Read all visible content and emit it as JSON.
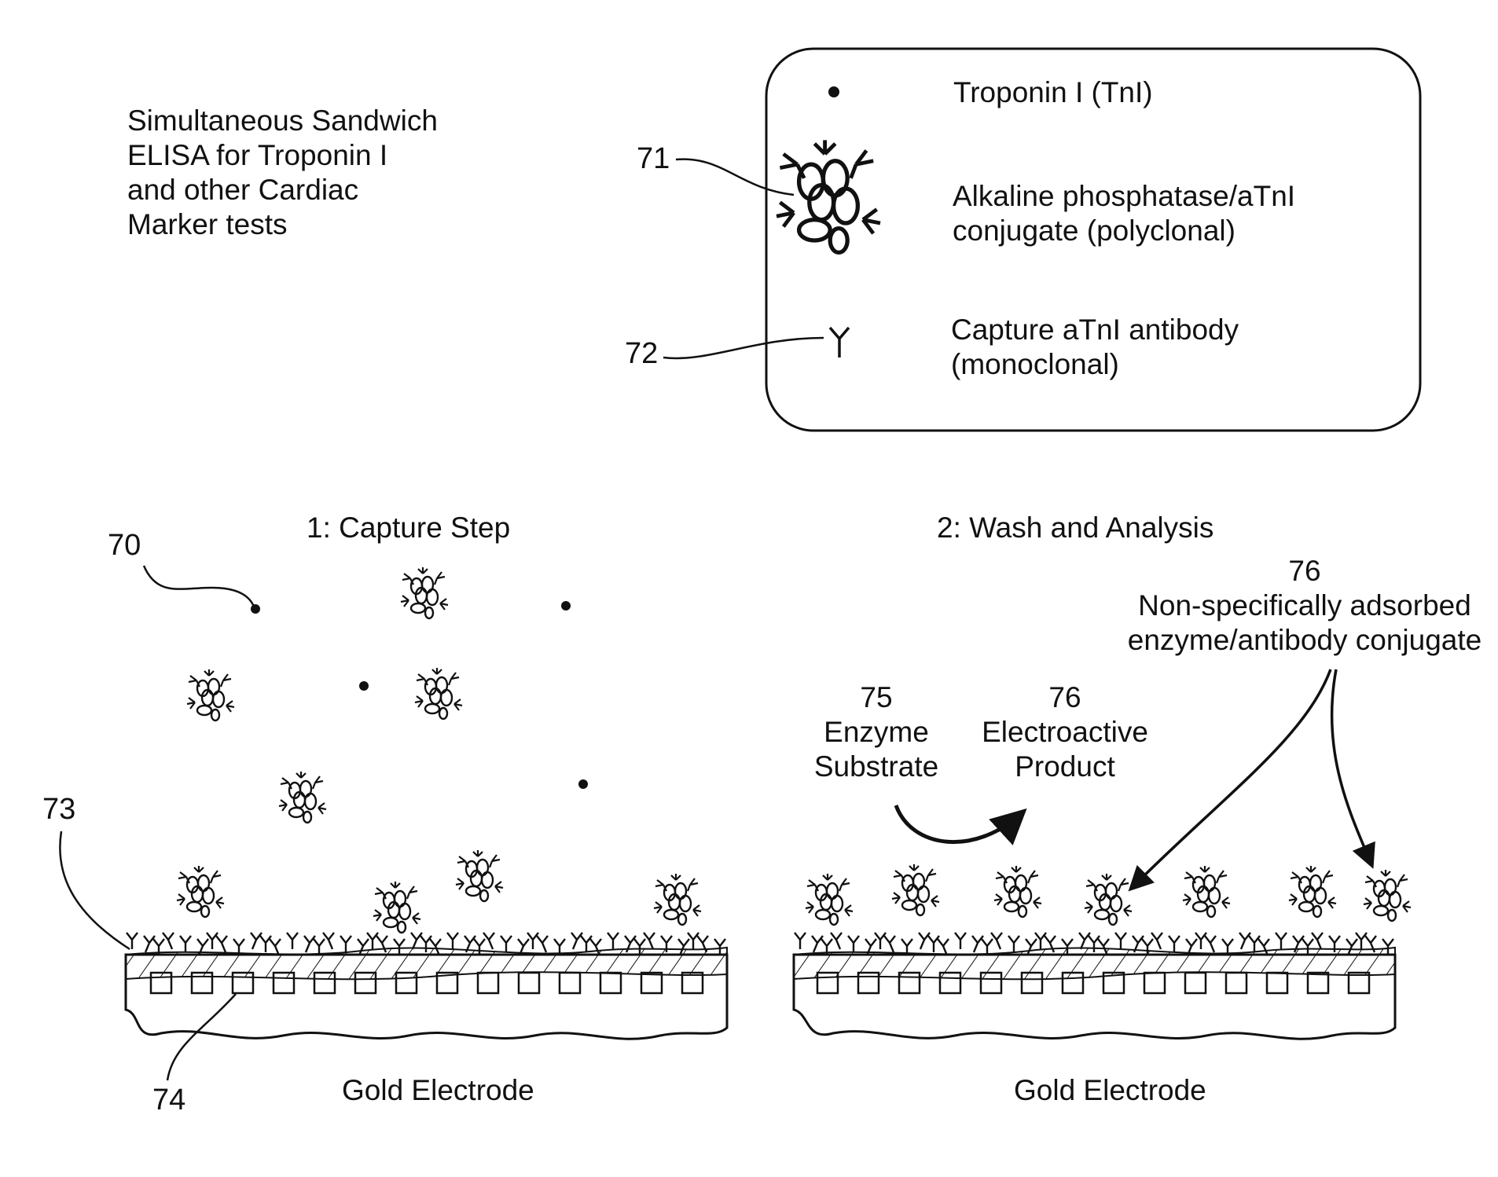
{
  "title": {
    "lines": [
      "Simultaneous Sandwich",
      "ELISA for Troponin I",
      "and other Cardiac",
      "Marker tests"
    ]
  },
  "legend": {
    "items": [
      {
        "ref": "",
        "icon": "dot-icon",
        "lines": [
          "Troponin I (TnI)"
        ]
      },
      {
        "ref": "71",
        "icon": "conjugate-icon",
        "lines": [
          "Alkaline phosphatase/aTnI",
          "conjugate (polyclonal)"
        ]
      },
      {
        "ref": "72",
        "icon": "antibody-icon",
        "lines": [
          "Capture aTnI antibody",
          "(monoclonal)"
        ]
      }
    ]
  },
  "panels": [
    {
      "heading": "1: Capture Step",
      "electrode_label": "Gold Electrode"
    },
    {
      "heading": "2: Wash and Analysis",
      "electrode_label": "Gold Electrode"
    }
  ],
  "refs": {
    "r70": "70",
    "r73": "73",
    "r74": "74"
  },
  "annotations": {
    "nonspecific": {
      "ref": "76",
      "lines": [
        "Non-specifically adsorbed",
        "enzyme/antibody conjugate"
      ]
    },
    "substrate": {
      "ref": "75",
      "lines": [
        "Enzyme",
        "Substrate"
      ]
    },
    "product": {
      "ref": "76",
      "lines": [
        "Electroactive",
        "Product"
      ]
    }
  },
  "colors": {
    "ink": "#111111",
    "background": "#ffffff"
  }
}
